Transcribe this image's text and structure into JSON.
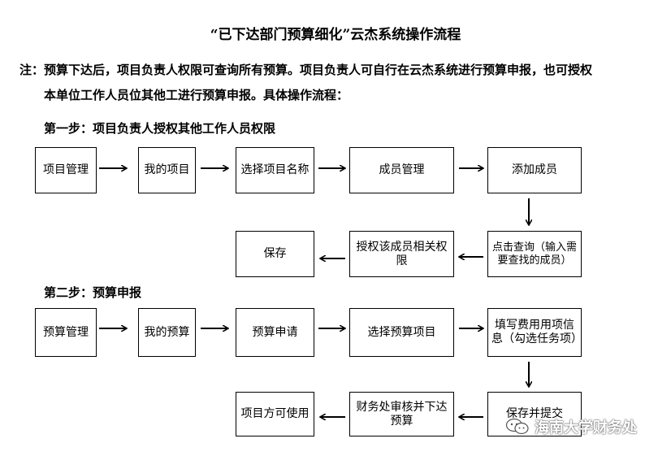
{
  "title": "“已下达部门预算细化”云杰系统操作流程",
  "note": {
    "line1": "注：预算下达后，项目负责人权限可查询所有预算。项目负责人可自行在云杰系统进行预算申报，也可授权",
    "line2": "本单位工作人员位其他工进行预算申报。具体操作流程："
  },
  "step1": {
    "heading": "第一步：项目负责人授权其他工作人员权限",
    "boxes": [
      "项目管理",
      "我的项目",
      "选择项目名称",
      "成员管理",
      "添加成员",
      "点击查询（输入需要查找的成员）",
      "授权该成员相关权限",
      "保存"
    ]
  },
  "step2": {
    "heading": "第二步：预算申报",
    "boxes": [
      "预算管理",
      "我的预算",
      "预算申请",
      "选择预算项目",
      "填写费用用项信息（勾选任务项）",
      "保存并提交",
      "财务处审核并下达预算",
      "项目方可使用"
    ]
  },
  "watermark": {
    "text": "海南大学财务处",
    "icon": "wechat-icon"
  }
}
